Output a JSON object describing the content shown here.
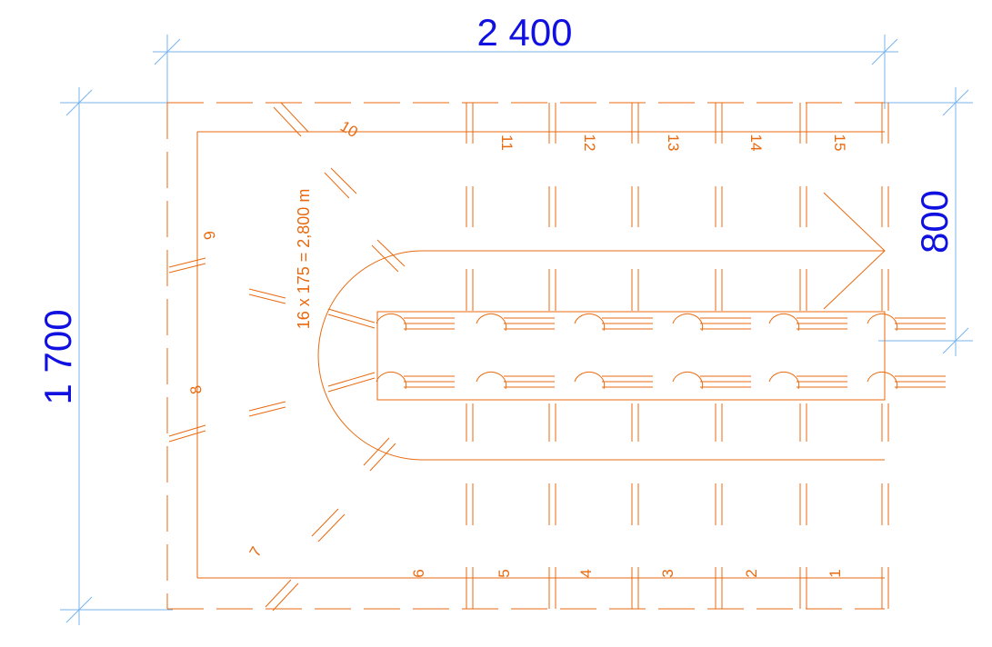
{
  "dimensions": {
    "width": "2 400",
    "height": "1 700",
    "landing": "800"
  },
  "formula": "16 x 175 = 2,800 m",
  "steps": [
    "1",
    "2",
    "3",
    "4",
    "5",
    "6",
    "7",
    "8",
    "9",
    "10",
    "11",
    "12",
    "13",
    "14",
    "15"
  ],
  "colors": {
    "dimension_text": "#1010e0",
    "dimension_line": "#78b4ec",
    "drawing": "#e86a10"
  }
}
